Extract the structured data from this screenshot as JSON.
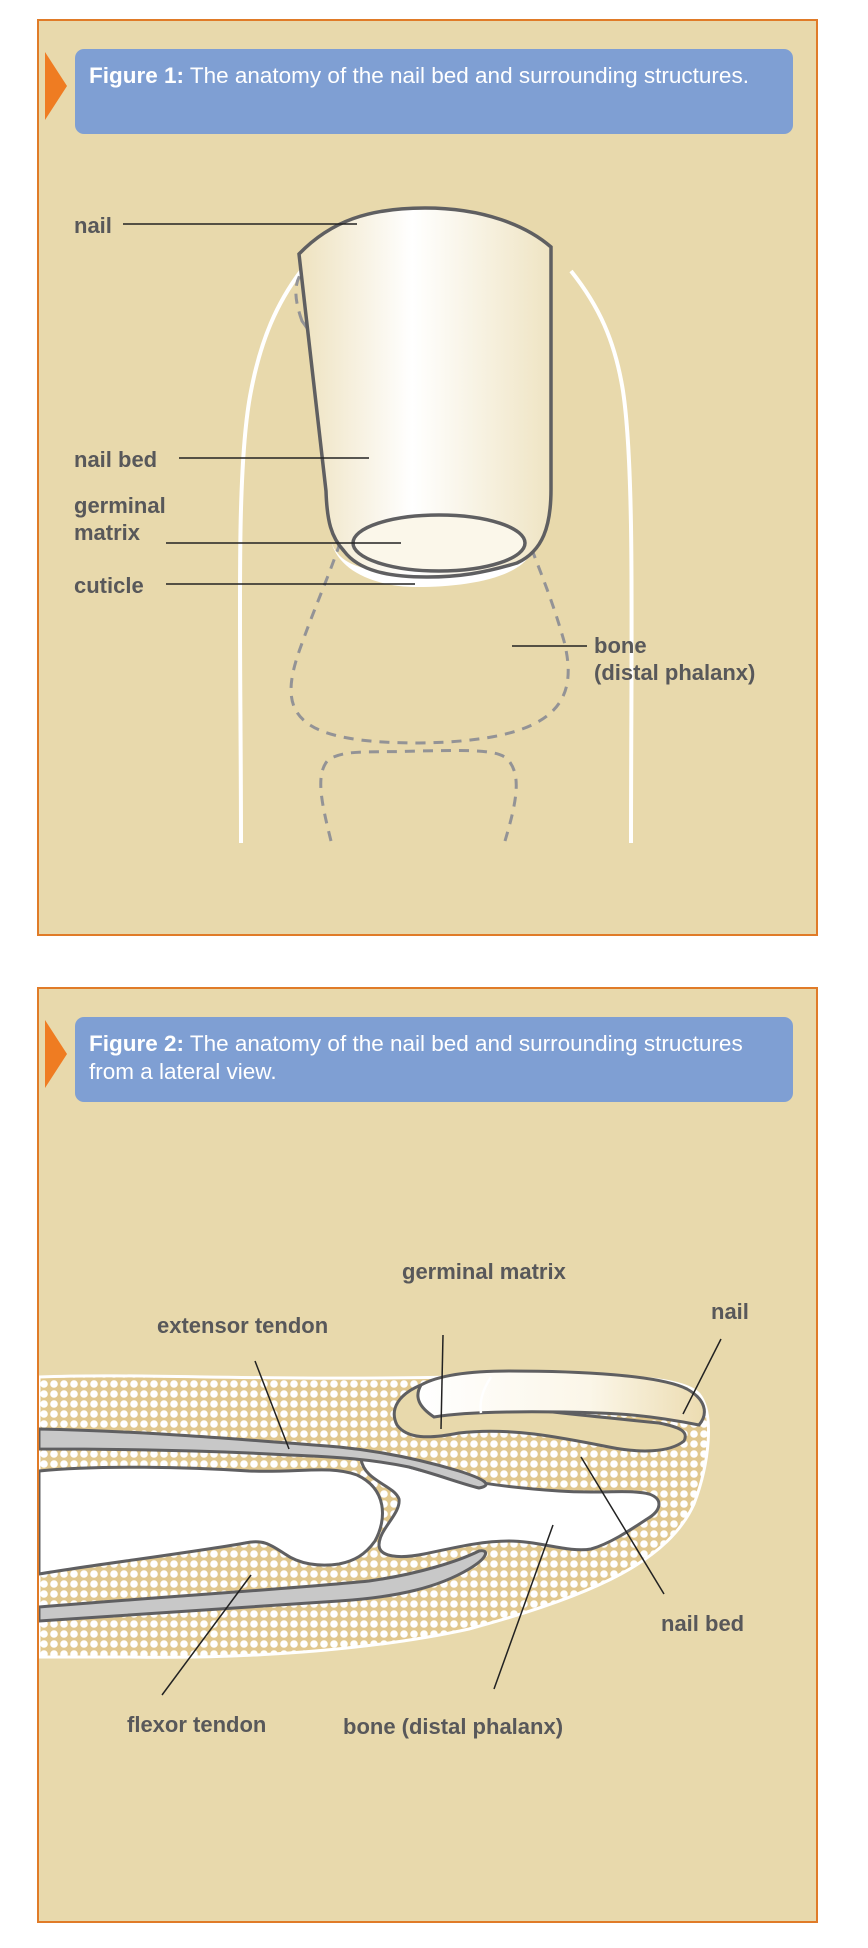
{
  "figure1": {
    "caption_label": "Figure 1:",
    "caption_text": " The anatomy of the nail bed and surrounding structures.",
    "labels": {
      "nail": "nail",
      "nail_bed": "nail bed",
      "germinal_matrix_line1": "germinal",
      "germinal_matrix_line2": "matrix",
      "cuticle": "cuticle",
      "bone_line1": "bone",
      "bone_line2": "(distal phalanx)"
    }
  },
  "figure2": {
    "caption_label": "Figure 2:",
    "caption_text": " The anatomy of the nail bed and surrounding structures from a lateral view.",
    "labels": {
      "germinal_matrix": "germinal matrix",
      "extensor_tendon": "extensor tendon",
      "nail": "nail",
      "nail_bed": "nail bed",
      "flexor_tendon": "flexor tendon",
      "bone": "bone (distal phalanx)"
    }
  },
  "colors": {
    "panel_background": "#e8d9ac",
    "panel_border": "#e07b28",
    "caption_background": "#7f9fd3",
    "arrow": "#ef7c22",
    "label_text": "#58585a",
    "outline": "#5f5f61",
    "tendon_fill": "#c8c8c8"
  }
}
